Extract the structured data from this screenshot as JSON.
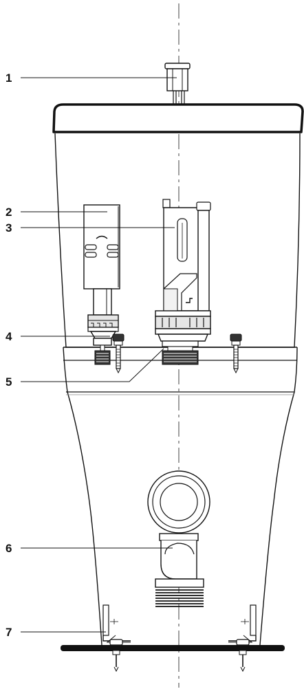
{
  "diagram": {
    "callouts": [
      {
        "label": "1"
      },
      {
        "label": "2"
      },
      {
        "label": "3"
      },
      {
        "label": "4"
      },
      {
        "label": "5"
      },
      {
        "label": "6"
      },
      {
        "label": "7"
      }
    ]
  },
  "colors": {
    "stroke": "#111111",
    "fill_light": "#f2f2f2",
    "fill_mid": "#d9d9d9",
    "fill_dark": "#333333"
  },
  "parts": [
    "push-button",
    "fill-valve",
    "flush-valve",
    "water-inlet-connector",
    "flush-valve-seal-nut",
    "outlet-bend-pipe",
    "floor-fixing-bracket"
  ]
}
